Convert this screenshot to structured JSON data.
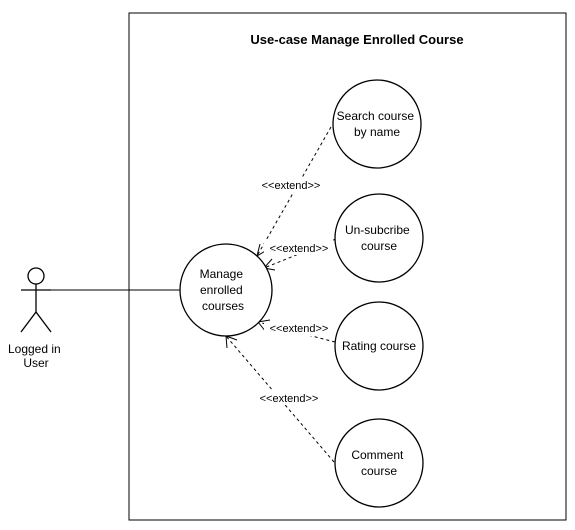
{
  "boundary": {
    "title": "Use-case Manage Enrolled Course"
  },
  "actor": {
    "label_lines": [
      "Logged in",
      "User"
    ]
  },
  "use_cases": {
    "manage": {
      "lines": [
        "Manage",
        "enrolled",
        "courses"
      ]
    },
    "search": {
      "lines": [
        "Search course",
        "by name"
      ]
    },
    "unsubscribe": {
      "lines": [
        "Un-subcribe",
        "course"
      ]
    },
    "rating": {
      "lines": [
        "Rating course"
      ]
    },
    "comment": {
      "lines": [
        "Comment",
        "course"
      ]
    }
  },
  "extend_relations": [
    {
      "from": "search",
      "to": "manage",
      "label": "<<extend>>"
    },
    {
      "from": "unsubscribe",
      "to": "manage",
      "label": "<<extend>>"
    },
    {
      "from": "rating",
      "to": "manage",
      "label": "<<extend>>"
    },
    {
      "from": "comment",
      "to": "manage",
      "label": "<<extend>>"
    }
  ]
}
